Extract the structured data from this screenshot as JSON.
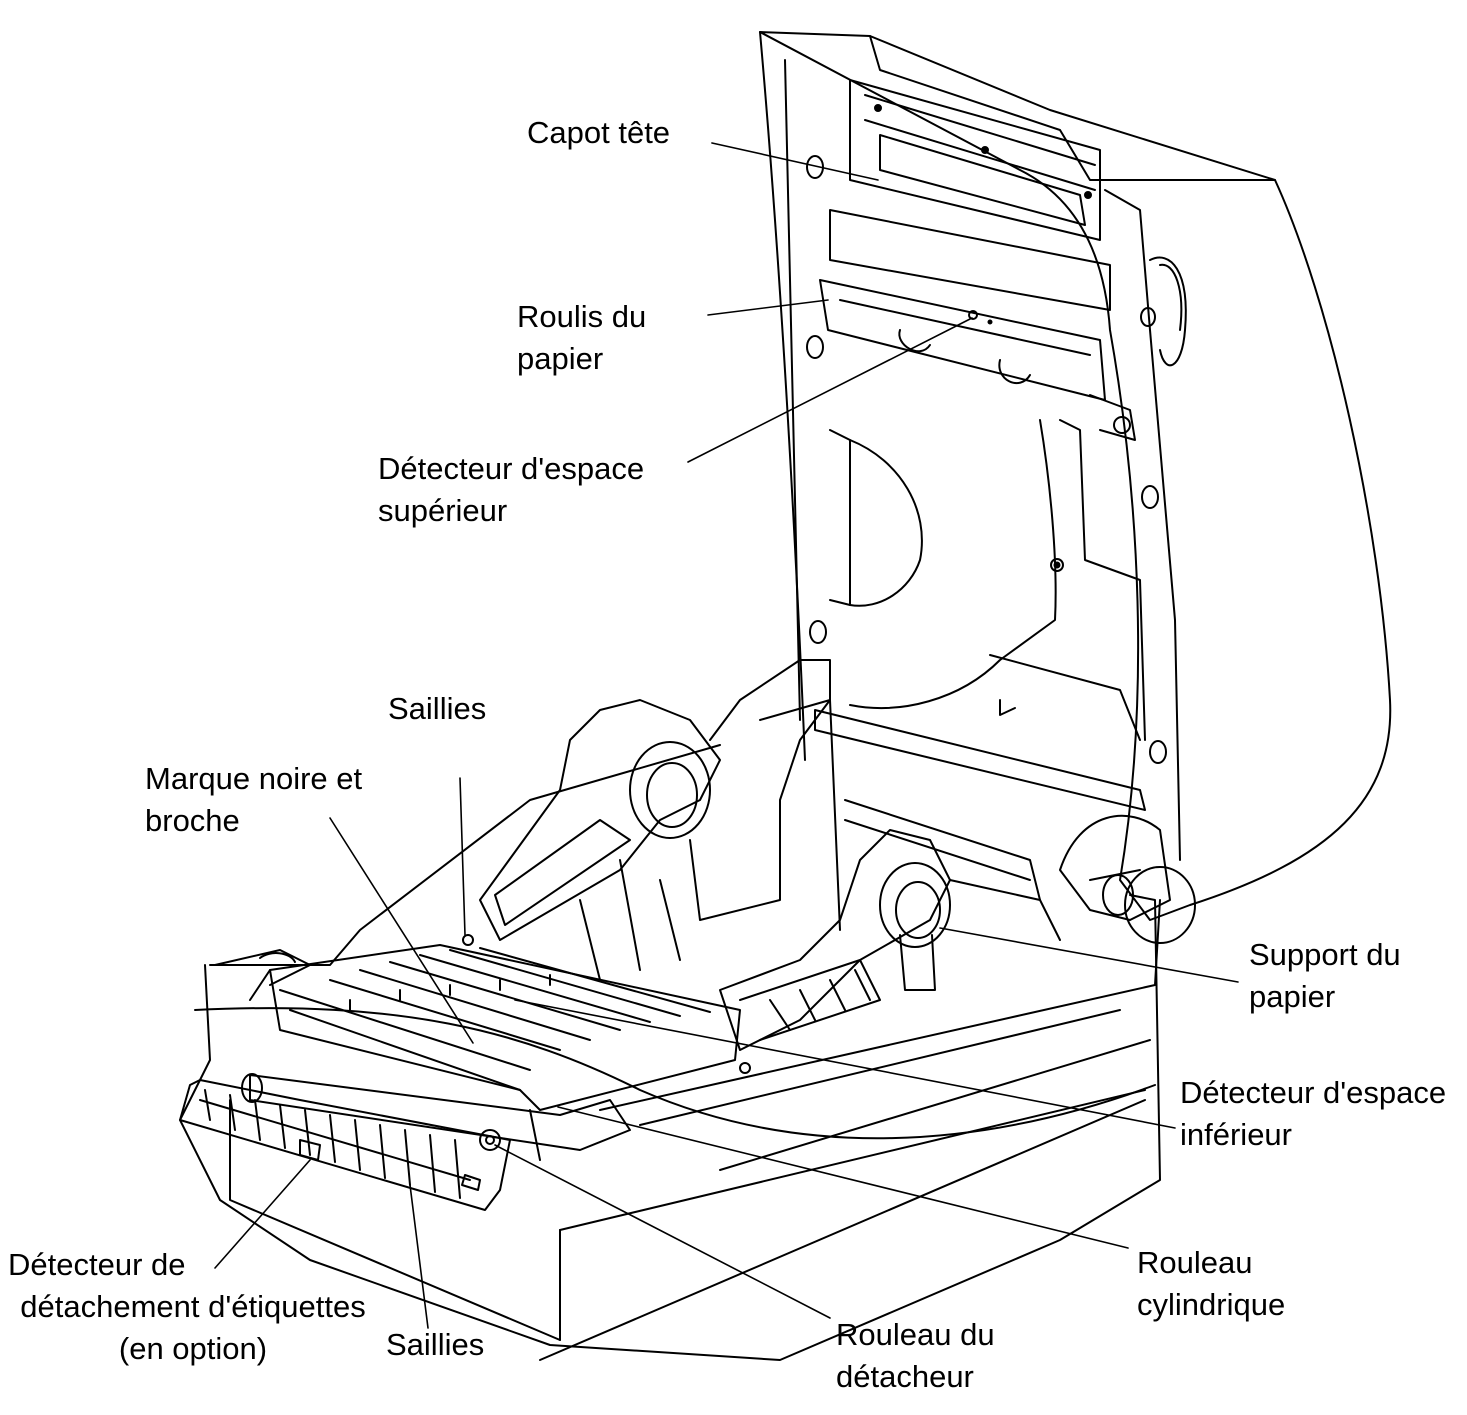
{
  "labels": {
    "capot_tete": "Capot tête",
    "roulis_line1": "Roulis du",
    "roulis_line2": "papier",
    "det_sup_line1": "Détecteur d'espace",
    "det_sup_line2": "supérieur",
    "saillies_top": "Saillies",
    "marque_line1": "Marque noire et",
    "marque_line2": "broche",
    "support_line1": "Support du",
    "support_line2": "papier",
    "det_inf_line1": "Détecteur d'espace",
    "det_inf_line2": "inférieur",
    "rouleau_cyl_line1": "Rouleau",
    "rouleau_cyl_line2": "cylindrique",
    "det_detach_line1": "Détecteur de",
    "det_detach_line2": "détachement d'étiquettes",
    "det_detach_line3": "(en option)",
    "saillies_bottom": "Saillies",
    "rouleau_det_line1": "Rouleau du",
    "rouleau_det_line2": "détacheur"
  },
  "colors": {
    "line": "#000000",
    "background": "#ffffff"
  }
}
